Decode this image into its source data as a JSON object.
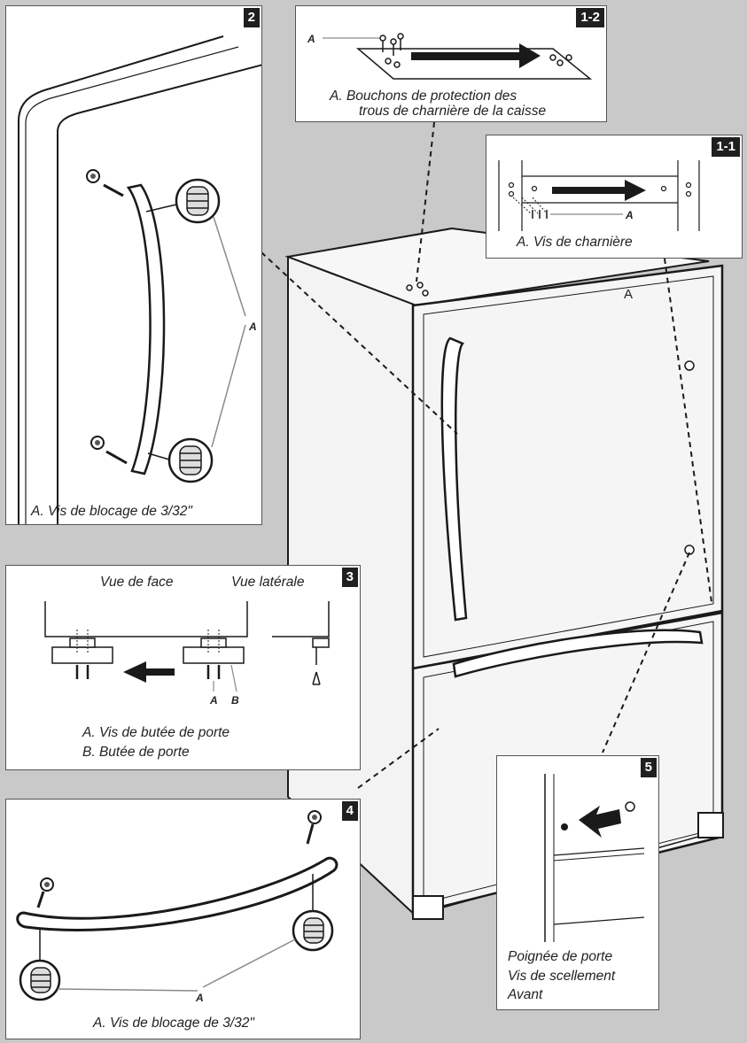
{
  "fridge": {
    "callout_label": "A"
  },
  "panel_2": {
    "number": "2",
    "label": "A",
    "caption": "A. Vis de blocage de 3/32\""
  },
  "panel_1_2": {
    "number": "1-2",
    "label": "A",
    "caption_line1": "A.  Bouchons de protection des",
    "caption_line2": "trous de charnière de la caisse"
  },
  "panel_1_1": {
    "number": "1-1",
    "label": "A",
    "caption": "A.  Vis de charnière"
  },
  "panel_3": {
    "number": "3",
    "view_front": "Vue de face",
    "view_side": "Vue latérale",
    "label_a": "A",
    "label_b": "B",
    "caption_line1": "A.  Vis de butée de porte",
    "caption_line2": "B.  Butée de porte"
  },
  "panel_4": {
    "number": "4",
    "label": "A",
    "caption": "A.  Vis de blocage de 3/32\""
  },
  "panel_5": {
    "number": "5",
    "caption_line1": "Poignée de porte",
    "caption_line2": "Vis de scellement",
    "caption_line3": "Avant"
  },
  "colors": {
    "background": "#c9c9c9",
    "panel": "#ffffff",
    "badge": "#1f1f1f",
    "line": "#1a1a1a"
  }
}
